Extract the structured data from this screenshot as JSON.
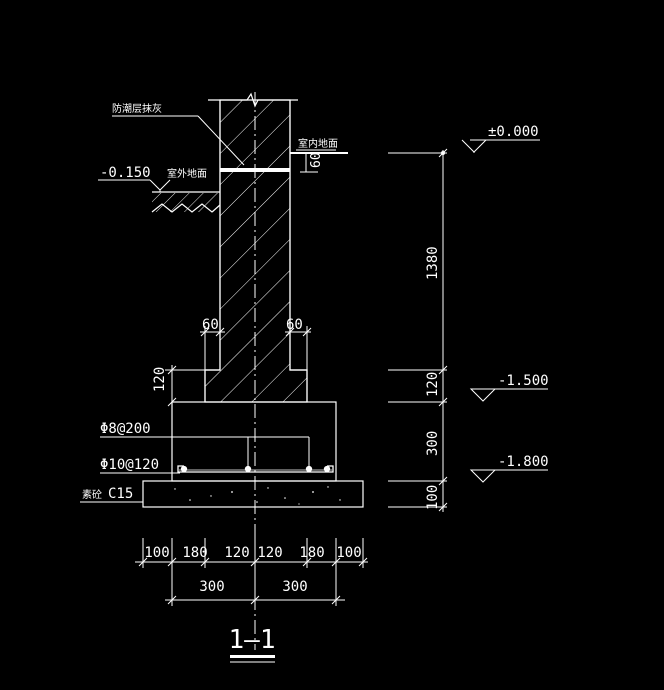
{
  "colors": {
    "background": "#000000",
    "line": "#ffffff",
    "hatch": "#ffffff",
    "text": "#ffffff"
  },
  "labels": {
    "damp_proof": "防潮层抹灰",
    "indoor_ground": "室内地面",
    "outdoor_ground": "室外地面",
    "outdoor_elevation": "-0.150",
    "dim_60_left": "60",
    "dim_60_right": "60",
    "dim_60_indoor": "60",
    "dim_120_left": "120",
    "rebar_top": "Φ8@200",
    "rebar_bottom": "Φ10@120",
    "bedding_prefix": "素砼",
    "bedding_grade": "C15",
    "section_title": "1—1"
  },
  "bottom_dims": {
    "row1": [
      "100",
      "180",
      "120",
      "120",
      "180",
      "100"
    ],
    "row2": [
      "300",
      "300"
    ]
  },
  "right_elevations": {
    "top": "±0.000",
    "mid": "-1.500",
    "bottom": "-1.800",
    "dims": [
      "1380",
      "120",
      "300",
      "100"
    ]
  }
}
